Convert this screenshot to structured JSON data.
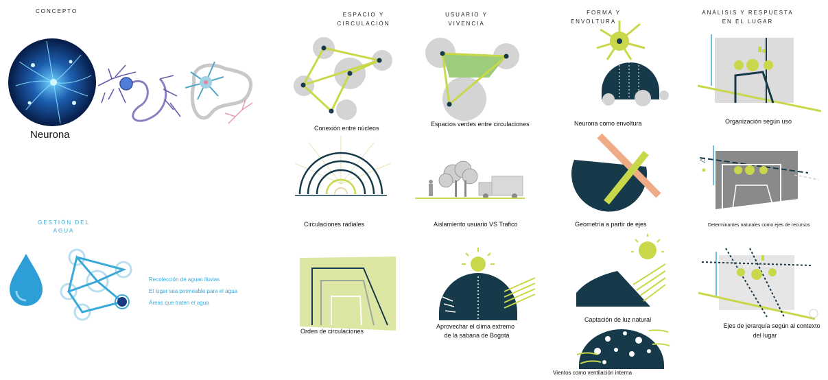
{
  "concepto": {
    "title": "CONCEPTO",
    "neuron_label": "Neurona"
  },
  "agua": {
    "title_line1": "GESTIÓN DEL",
    "title_line2": "AGUA",
    "items": [
      "Recolección de aguas lluvias",
      "El lugar sea permeable para el agua",
      "Áreas que traten el agua"
    ]
  },
  "columns": [
    {
      "title_line1": "ESPACIO Y",
      "title_line2": "CIRCULACIÓN"
    },
    {
      "title_line1": "USUARIO Y",
      "title_line2": "VIVENCIA"
    },
    {
      "title_line1": "FORMA Y",
      "title_line2": "ENVOLTURA"
    },
    {
      "title_line1": "ANÁLISIS Y RESPUESTA",
      "title_line2": "EN EL LUGAR"
    }
  ],
  "captions": {
    "c1r1": "Conexión entre núcleos",
    "c1r2": "Circulaciones radiales",
    "c1r3": "Orden de circulaciones",
    "c2r1": "Espacios verdes entre circulaciones",
    "c2r2": "Aislamiento usuario VS Trafico",
    "c2r3_line1": "Aprovechar el clima extremo",
    "c2r3_line2": "de la sabana de Bogotá",
    "c3r1": "Neurona como envoltura",
    "c3r2": "Geometría a partir de ejes",
    "c3r3": "Captación de luz natural",
    "c3r4": "Vientos como ventilación interna",
    "c4r1": "Organización según uso",
    "c4r2": "Determinantes naturales como ejes de recursos",
    "c4r3_line1": "Ejes de jerarquía según al contexto",
    "c4r3_line2": "del lugar"
  },
  "colors": {
    "navy": "#173a4a",
    "lime": "#c9d84a",
    "grey": "#d4d4d4",
    "green": "#9ccc7c",
    "blue": "#3aa9d8",
    "peach": "#efaa86"
  }
}
